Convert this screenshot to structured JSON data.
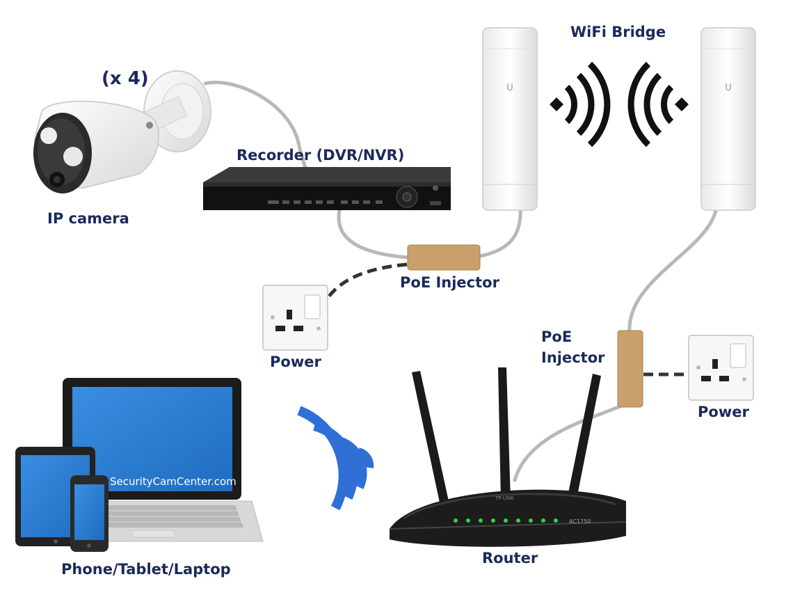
{
  "labels": {
    "count": "(x 4)",
    "ip_camera": "IP camera",
    "recorder": "Recorder (DVR/NVR)",
    "wifi_bridge": "WiFi Bridge",
    "poe_injector_top": "PoE Injector",
    "power_left": "Power",
    "poe_injector_right_line1": "PoE",
    "poe_injector_right_line2": "Injector",
    "power_right": "Power",
    "router": "Router",
    "devices": "Phone/Tablet/Laptop"
  },
  "watermark": "SecurityCamCenter.com",
  "router_brand": "TP-LINK",
  "router_model": "AC1750",
  "colors": {
    "label": "#1a2a5a",
    "cable": "#b8b8b8",
    "injector": "#c9a06b",
    "wifi_blue": "#2f6fd6",
    "screen_blue": "#2a7fd4"
  },
  "icons": {
    "camera": "bullet-camera-icon",
    "recorder": "nvr-box-icon",
    "bridge": "wifi-bridge-antenna-icon",
    "router": "router-icon",
    "socket": "uk-power-socket-icon",
    "wifi": "wifi-signal-icon"
  }
}
